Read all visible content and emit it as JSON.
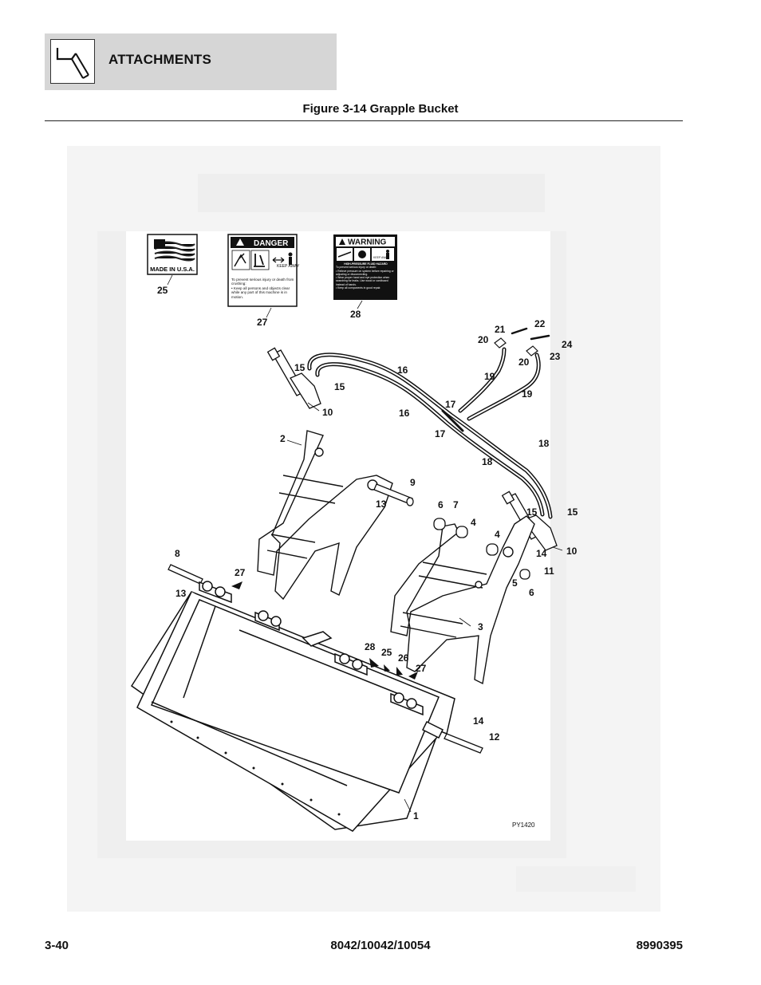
{
  "header": {
    "section_title": "ATTACHMENTS",
    "icon": "bucket-attachment-icon"
  },
  "figure": {
    "title": "Figure 3-14 Grapple Bucket",
    "code": "PY1420",
    "decals": {
      "made_in_usa": "MADE IN U.S.A.",
      "danger_title": "DANGER",
      "danger_keep_away": "KEEP AWAY",
      "danger_text_1": "To prevent serious injury or death from crushing:",
      "danger_text_2": "• Keep all persons and objects clear while any part of this machine is in motion.",
      "warning_title": "WARNING",
      "warning_keep_away": "KEEP AWAY",
      "warning_banner": "HIGH-PRESSURE FLUID HAZARD",
      "warning_text_1": "To prevent serious injury or death:",
      "warning_text_2": "• Relieve pressure on system before repairing or adjusting or disconnecting.",
      "warning_text_3": "• Wear proper hand and eye protection when searching for leaks. Use wood or cardboard instead of hands.",
      "warning_text_4": "• Keep all components in good repair."
    },
    "callouts": [
      "1",
      "2",
      "3",
      "4",
      "4",
      "5",
      "6",
      "6",
      "7",
      "8",
      "9",
      "10",
      "10",
      "11",
      "12",
      "13",
      "13",
      "14",
      "14",
      "15",
      "15",
      "15",
      "15",
      "16",
      "16",
      "17",
      "17",
      "18",
      "18",
      "19",
      "19",
      "20",
      "20",
      "21",
      "22",
      "23",
      "24",
      "25",
      "25",
      "26",
      "27",
      "27",
      "27",
      "28",
      "28"
    ]
  },
  "footer": {
    "page": "3-40",
    "models": "8042/10042/10054",
    "part_number": "8990395"
  }
}
